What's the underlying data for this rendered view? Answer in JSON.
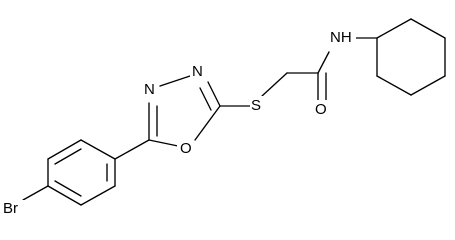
{
  "structure": {
    "atoms": {
      "bromine": "Br",
      "oxadiazole_nitrogen_left": "N",
      "oxadiazole_nitrogen_right": "N",
      "oxadiazole_oxygen": "O",
      "thioether_sulfur": "S",
      "carbonyl_oxygen": "O",
      "amide_nitrogen": "NH"
    },
    "colors": {
      "bond": "#000000",
      "label": "#000000",
      "background": "#ffffff"
    }
  }
}
